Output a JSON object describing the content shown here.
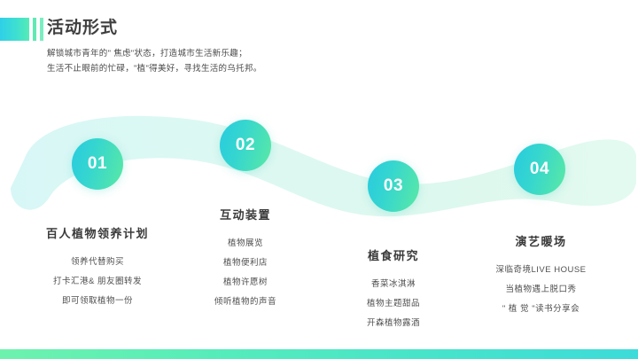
{
  "header": {
    "title": "活动形式",
    "subtitle_lines": [
      "解锁城市青年的\" 焦虑\"状态，打造城市生活新乐趣；",
      "生活不止眼前的忙碌，\"植\"得美好，寻找生活的乌托邦。"
    ],
    "accent_color_start": "#2fd0e8",
    "accent_color_end": "#55ecb6"
  },
  "theme": {
    "circle_gradient_start": "#28cbe0",
    "circle_gradient_end": "#5ae9a4",
    "wave_fill": "#dcf7f3",
    "bottom_bar_start": "#6df2ad",
    "bottom_bar_end": "#3ddbd9",
    "title_text_color": "#3a3a3a",
    "body_text_color": "#4f4f4f"
  },
  "steps": [
    {
      "number": "01",
      "title": "百人植物领养计划",
      "items": [
        "领养代替购买",
        "打卡汇港& 朋友圈转发",
        "即可领取植物一份"
      ]
    },
    {
      "number": "02",
      "title": "互动装置",
      "items": [
        "植物展览",
        "植物便利店",
        "植物许愿树",
        "倾听植物的声音"
      ]
    },
    {
      "number": "03",
      "title": "植食研究",
      "items": [
        "香菜冰淇淋",
        "植物主题甜品",
        "开森植物露酒"
      ]
    },
    {
      "number": "04",
      "title": "演艺暖场",
      "items": [
        "深临奇境LIVE HOUSE",
        "当植物遇上脱口秀",
        "\" 植 觉 \"读书分享会"
      ]
    }
  ]
}
